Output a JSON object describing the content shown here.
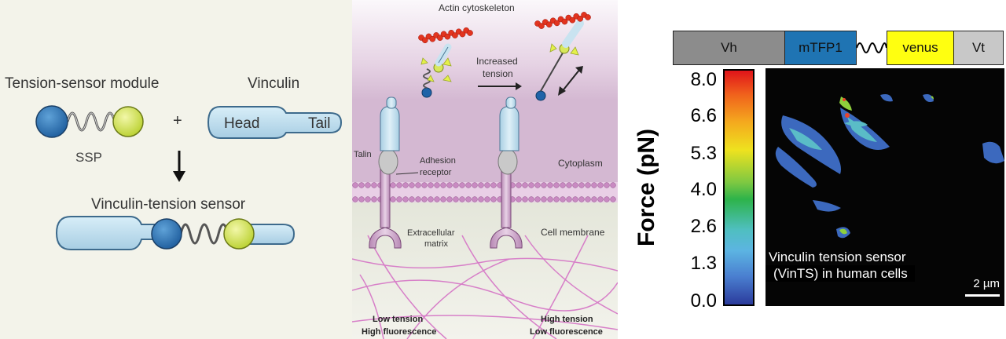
{
  "panel_a": {
    "module_label": "Tension-sensor module",
    "vinculin_label": "Vinculin",
    "plus": "+",
    "head_label": "Head",
    "tail_label": "Tail",
    "ssp_label": "SSP",
    "result_label": "Vinculin-tension sensor"
  },
  "panel_b": {
    "actin_label": "Actin cytoskeleton",
    "increased_line1": "Increased",
    "increased_line2": "tension",
    "talin_label": "Talin",
    "adhesion_line1": "Adhesion",
    "adhesion_line2": "receptor",
    "cytoplasm_label": "Cytoplasm",
    "extracellular_line1": "Extracellular",
    "extracellular_line2": "matrix",
    "membrane_label": "Cell membrane",
    "low_tension": "Low tension",
    "high_fluorescence": "High fluorescence",
    "high_tension": "High tension",
    "low_fluorescence": "Low fluorescence"
  },
  "panel_c": {
    "construct": [
      "Vh",
      "mTFP1",
      "venus",
      "Vt"
    ],
    "construct_colors": [
      "#8c8c8c",
      "#1f74b3",
      "#ffff10",
      "#c8c8c8"
    ],
    "axis_label": "Force (pN)",
    "ticks": [
      "8.0",
      "6.6",
      "5.3",
      "4.0",
      "2.6",
      "1.3",
      "0.0"
    ],
    "caption_line1": "Vinculin tension sensor",
    "caption_line2": "(VinTS) in human cells",
    "scalebar_label": "2 µm"
  }
}
